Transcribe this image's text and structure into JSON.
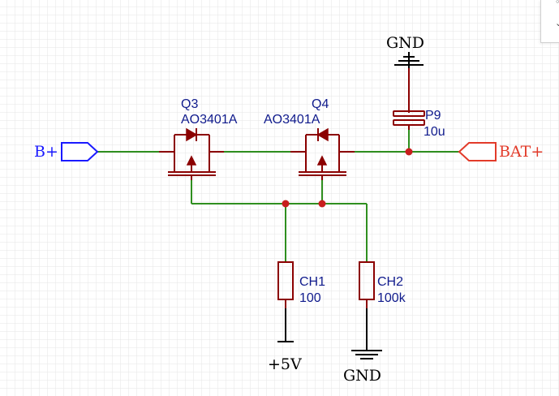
{
  "net_labels": {
    "input": "B+",
    "output": "BAT+"
  },
  "power": {
    "gnd_top": "GND",
    "supply": "+5V",
    "gnd_bottom": "GND"
  },
  "components": {
    "q3": {
      "ref": "Q3",
      "value": "AO3401A"
    },
    "q4": {
      "ref": "Q4",
      "value": "AO3401A"
    },
    "p9": {
      "ref": "P9",
      "value": "10u"
    },
    "ch1": {
      "ref": "CH1",
      "value": "100"
    },
    "ch2": {
      "ref": "CH2",
      "value": "100k"
    }
  },
  "colors": {
    "wire": "#2f8f1f",
    "component": "#8b0000",
    "junction": "#c81e1e",
    "label_ref": "#0f1a8c",
    "input_port": "#1a1aff",
    "output_port": "#e23b2a",
    "grid": "#e6e6e6"
  }
}
